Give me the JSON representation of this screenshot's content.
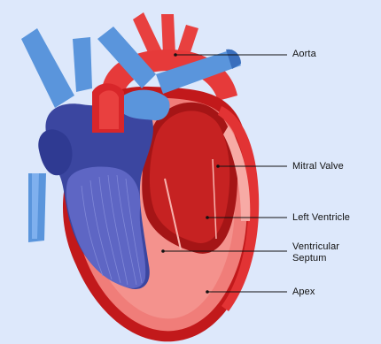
{
  "labels": {
    "aorta": "Aorta",
    "mitral_valve": "Mitral Valve",
    "left_ventricle": "Left Ventricle",
    "ventricular_septum": "Ventricular\nSeptum",
    "apex": "Apex"
  },
  "colors": {
    "background": "#dde8fb",
    "vein_blue": "#5a95dc",
    "vein_blue_light": "#7fb0ee",
    "chamber_navy": "#3b46a0",
    "chamber_navy_dark": "#2b3486",
    "muscle_red": "#d8262a",
    "muscle_red_dark": "#a51516",
    "tissue_pink": "#f2837f",
    "tissue_pink_light": "#f8a9a5",
    "leader_line": "#111111"
  }
}
